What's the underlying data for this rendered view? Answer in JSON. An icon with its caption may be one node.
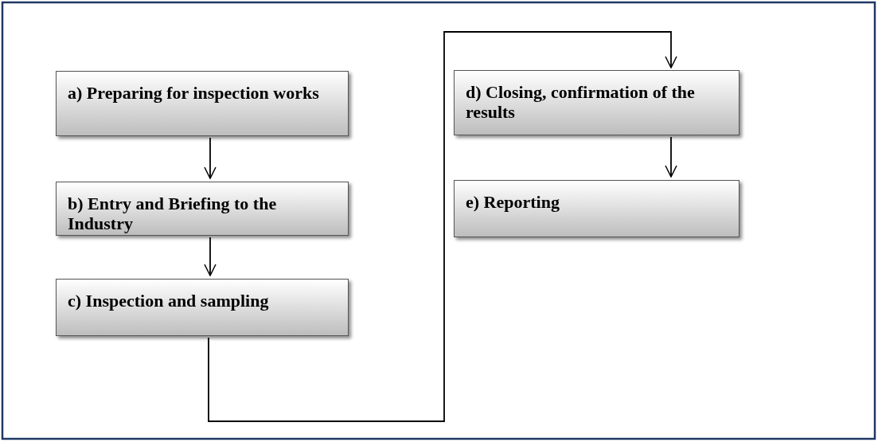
{
  "diagram": {
    "nodes": [
      {
        "text": [
          "a) Preparing for inspection works"
        ]
      },
      {
        "text": [
          "b) Entry and Briefing to the Industry"
        ]
      },
      {
        "text": [
          "c) Inspection and sampling"
        ]
      },
      {
        "text": [
          "d) Closing, confirmation of the results"
        ]
      },
      {
        "text": [
          "e) Reporting"
        ]
      }
    ],
    "edges": [
      {
        "from": 0,
        "to": 1,
        "arrow": "to"
      },
      {
        "from": 1,
        "to": 2,
        "arrow": "to"
      },
      {
        "from": 2,
        "to": 3,
        "arrow": "to"
      },
      {
        "from": 3,
        "to": 4,
        "arrow": "to"
      }
    ]
  }
}
